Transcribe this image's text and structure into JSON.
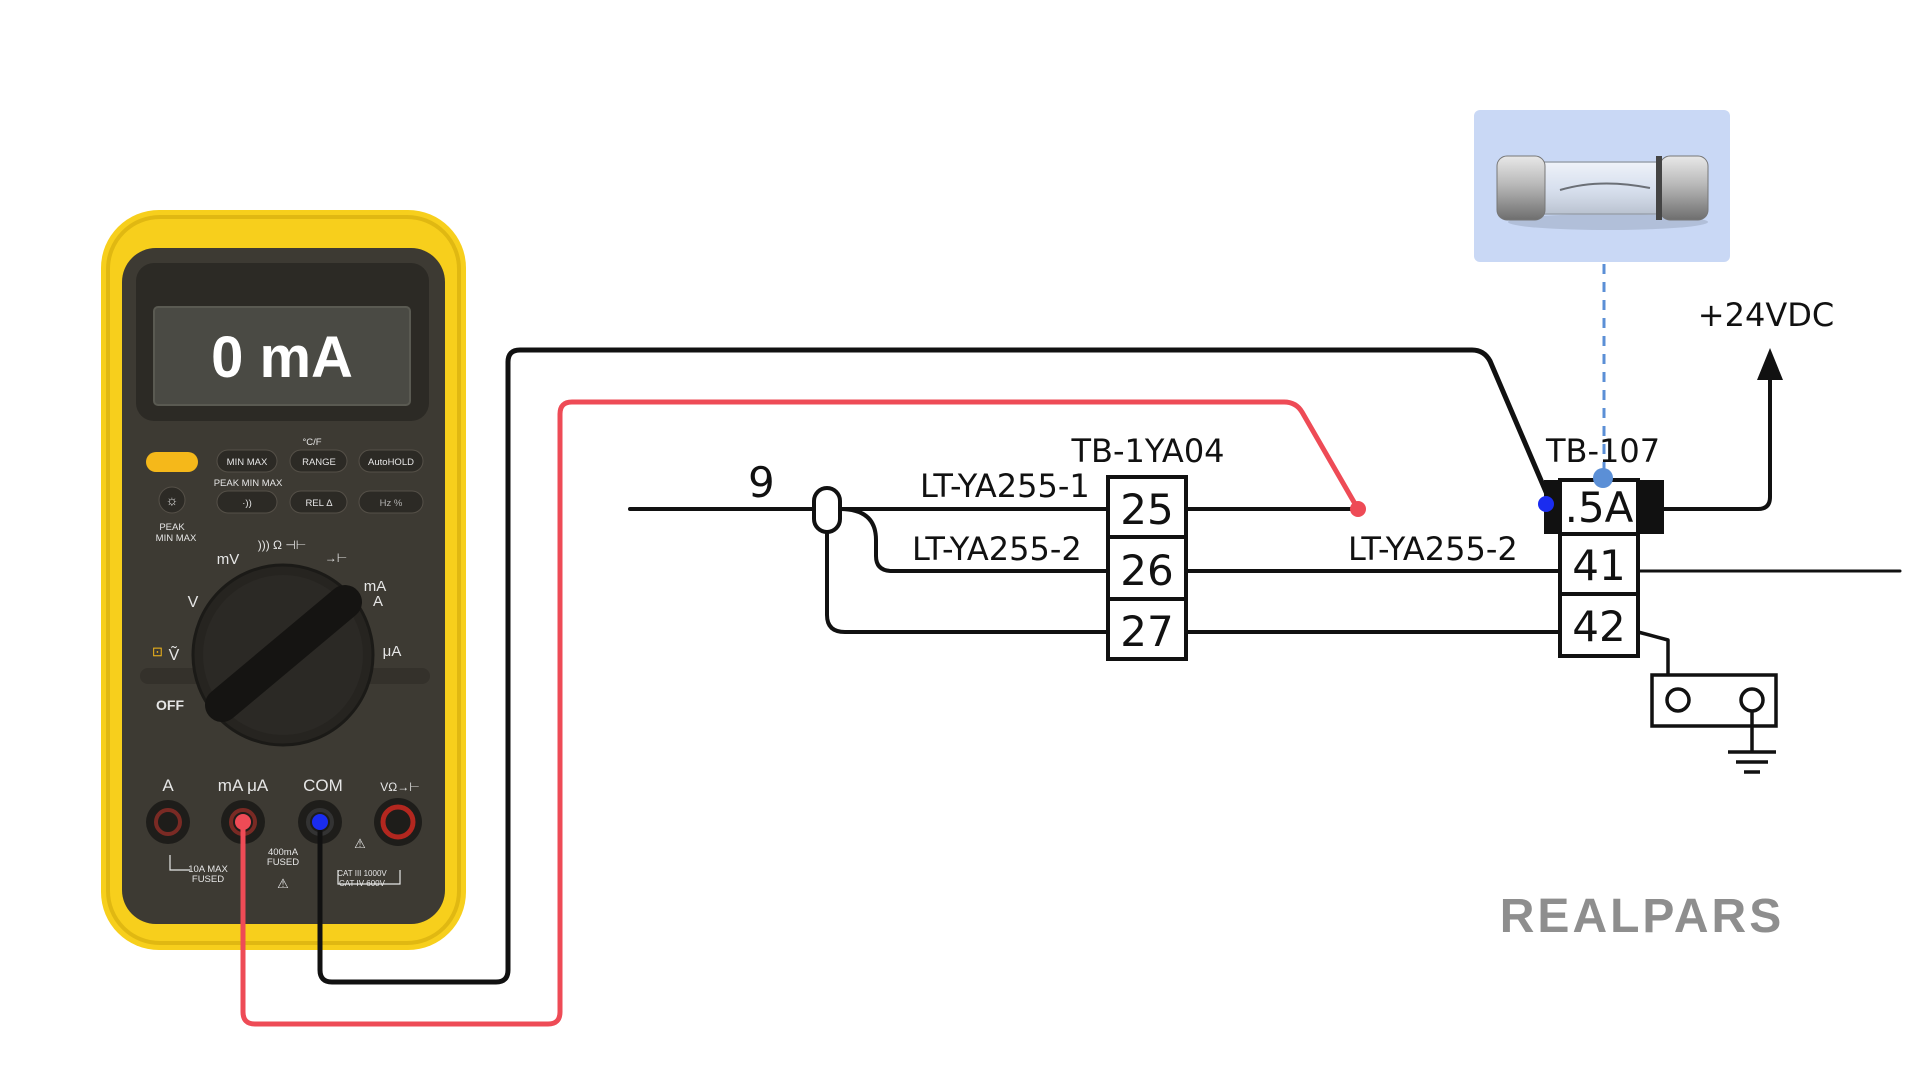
{
  "multimeter": {
    "display": "0 mA",
    "buttons": {
      "min_max": "MIN MAX",
      "range": "RANGE",
      "autohold": "AutoHOLD",
      "peak_min_max": "PEAK MIN MAX",
      "rel": "REL Δ",
      "hz": "Hz  %",
      "cf": "°C/F"
    },
    "dial": {
      "peak": "PEAK",
      "peak_min_max": "MIN MAX",
      "mv": "mV",
      "v_dc": "V",
      "v_ac": "Ṽ",
      "ma_a": "mA",
      "a": "A",
      "ua": "μA",
      "off": "OFF",
      "ohm": "))) Ω ⊣⊢",
      "diode": "→⊢"
    },
    "jacks": {
      "a": "A",
      "ma_ua": "mA μA",
      "com": "COM",
      "v_ohm": "VΩ→⊢",
      "fuse_10a": "10A MAX",
      "fuse_10a_2": "FUSED",
      "fuse_400ma": "400mA",
      "fuse_400ma_2": "FUSED",
      "cat_1": "CAT III 1000V",
      "cat_2": "CAT IV 600V"
    }
  },
  "schematic": {
    "cable_number": "9",
    "tb_1ya04": {
      "name": "TB-1YA04",
      "terminals": [
        "25",
        "26",
        "27"
      ]
    },
    "tb_107": {
      "name": "TB-107",
      "fuse_label": ".5A",
      "terminals": [
        "41",
        "42"
      ]
    },
    "wire_labels": {
      "lt1": "LT-YA255-1",
      "lt2_left": "LT-YA255-2",
      "lt2_right": "LT-YA255-2"
    },
    "supply": "+24VDC"
  },
  "brand": "REALPARS",
  "colors": {
    "multimeter_yellow": "#f7cf1c",
    "multimeter_body": "#3d3a33",
    "lcd": "#4a4a44",
    "probe_red": "#ee4b56",
    "probe_black": "#111111",
    "probe_dot_blue": "#1a2cf0",
    "fuse_highlight": "#c9d8f5",
    "fuse_dash": "#5b8fd6",
    "logo_gray": "#8e8e8e"
  }
}
